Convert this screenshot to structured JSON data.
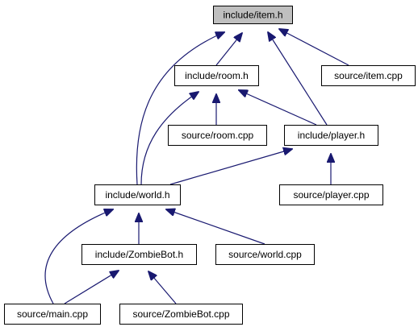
{
  "diagram": {
    "colors": {
      "edge": "#191970",
      "node_border": "#000000",
      "node_fill": "#ffffff",
      "highlight_fill": "#bfbfbf"
    },
    "nodes": [
      {
        "id": "item_h",
        "label": "include/item.h",
        "highlight": true
      },
      {
        "id": "room_h",
        "label": "include/room.h"
      },
      {
        "id": "item_cpp",
        "label": "source/item.cpp"
      },
      {
        "id": "room_cpp",
        "label": "source/room.cpp"
      },
      {
        "id": "player_h",
        "label": "include/player.h"
      },
      {
        "id": "world_h",
        "label": "include/world.h"
      },
      {
        "id": "player_cpp",
        "label": "source/player.cpp"
      },
      {
        "id": "zombiebot_h",
        "label": "include/ZombieBot.h"
      },
      {
        "id": "world_cpp",
        "label": "source/world.cpp"
      },
      {
        "id": "main_cpp",
        "label": "source/main.cpp"
      },
      {
        "id": "zombiebot_cpp",
        "label": "source/ZombieBot.cpp"
      }
    ],
    "edges": [
      {
        "from": "room_h",
        "to": "item_h"
      },
      {
        "from": "world_h",
        "to": "item_h"
      },
      {
        "from": "player_h",
        "to": "item_h"
      },
      {
        "from": "item_cpp",
        "to": "item_h"
      },
      {
        "from": "room_cpp",
        "to": "room_h"
      },
      {
        "from": "player_h",
        "to": "room_h"
      },
      {
        "from": "world_h",
        "to": "room_h"
      },
      {
        "from": "world_h",
        "to": "player_h"
      },
      {
        "from": "player_cpp",
        "to": "player_h"
      },
      {
        "from": "zombiebot_h",
        "to": "world_h"
      },
      {
        "from": "world_cpp",
        "to": "world_h"
      },
      {
        "from": "main_cpp",
        "to": "world_h"
      },
      {
        "from": "main_cpp",
        "to": "zombiebot_h"
      },
      {
        "from": "zombiebot_cpp",
        "to": "zombiebot_h"
      }
    ]
  }
}
